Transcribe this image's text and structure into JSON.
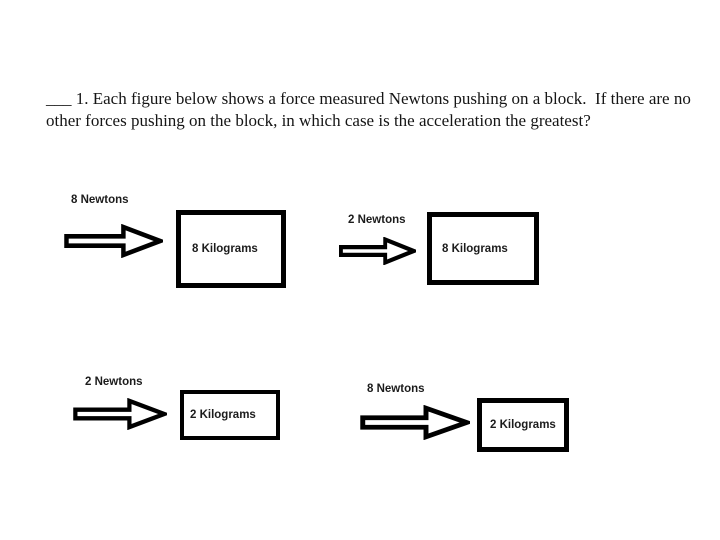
{
  "question": {
    "lines": [
      "___ 1. Each figure below shows a force measured Newtons pushing on a block.  If there are no",
      "other forces pushing on the block, in which case is the acceleration the greatest?"
    ]
  },
  "figures": [
    {
      "force_label": "8 Newtons",
      "mass_label": "8 Kilograms"
    },
    {
      "force_label": "2 Newtons",
      "mass_label": "8 Kilograms"
    },
    {
      "force_label": "2 Newtons",
      "mass_label": "2 Kilograms"
    },
    {
      "force_label": "8 Newtons",
      "mass_label": "2 Kilograms"
    }
  ],
  "colors": {
    "paper": "#ffffff",
    "ink": "#000000",
    "text": "#1c1c1c"
  }
}
